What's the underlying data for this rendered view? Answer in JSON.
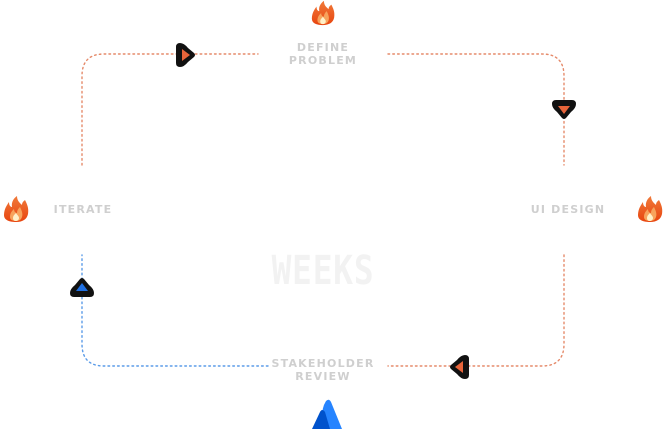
{
  "colors": {
    "accent_orange": "#e8643a",
    "accent_blue": "#1f6fe0",
    "connector_orange": "#e58a6a",
    "connector_blue": "#5a9be8",
    "label_gray": "#cfcfcf",
    "watermark_gray": "#f2f2f2",
    "arrow_outline": "#111111"
  },
  "stages": {
    "define": {
      "line1": "DEFINE",
      "line2": "PROBLEM",
      "icon": "flame-icon"
    },
    "ui_design": {
      "line1": "UI DESIGN",
      "icon": "flame-icon"
    },
    "stakeholder": {
      "line1": "STAKEHOLDER",
      "line2": "REVIEW",
      "icon": "atlassian-logo-icon"
    },
    "iterate": {
      "line1": "ITERATE",
      "icon": "flame-icon"
    }
  },
  "center": {
    "word": "WEEKS"
  }
}
